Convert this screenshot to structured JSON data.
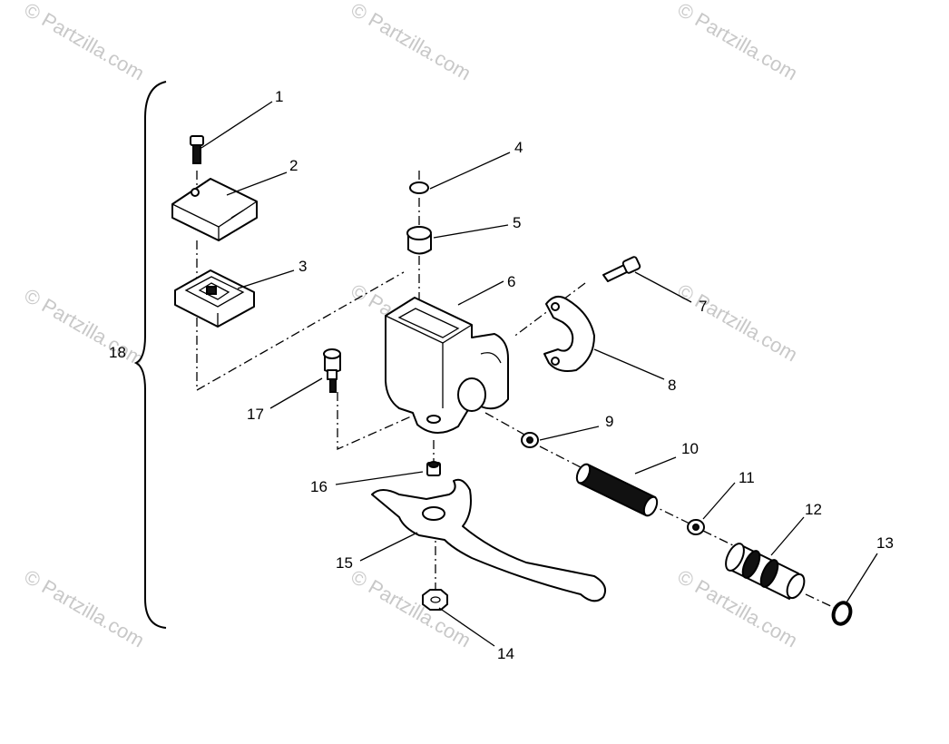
{
  "watermark": "© Partzilla.com",
  "colors": {
    "line": "#000000",
    "background": "#ffffff",
    "watermark": "#c8c8c8"
  },
  "callouts": [
    "1",
    "2",
    "3",
    "4",
    "5",
    "6",
    "7",
    "8",
    "9",
    "10",
    "11",
    "12",
    "13",
    "14",
    "15",
    "16",
    "17",
    "18"
  ]
}
